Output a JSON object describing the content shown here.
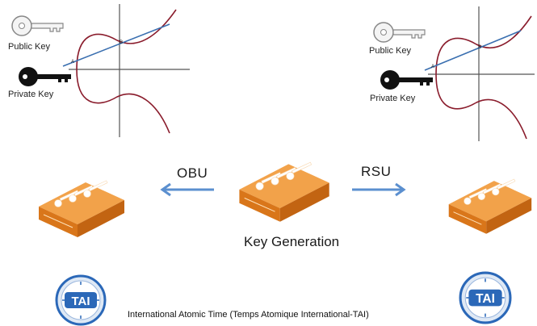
{
  "ecc_panels": [
    {
      "public_key_label": "Public Key",
      "private_key_label": "Private Key",
      "point_a_label": "A",
      "point_b_label": "B"
    },
    {
      "public_key_label": "Public Key",
      "private_key_label": "Private Key",
      "point_a_label": "A",
      "point_b_label": "B"
    }
  ],
  "flow": {
    "left_label": "OBU",
    "right_label": "RSU",
    "center_caption": "Key Generation"
  },
  "footer": {
    "caption": "International Atomic Time (Temps Atomique International-TAI)",
    "badge_text": "TAI"
  },
  "colors": {
    "curve": "#8a1c2c",
    "line": "#3a6fb0",
    "arrow": "#5b8fcf",
    "box_orange": "#e98b24",
    "badge_blue": "#2b68b8"
  },
  "icons": [
    "white-key-icon",
    "black-key-icon",
    "key-box-icon",
    "arrow-left-icon",
    "arrow-right-icon",
    "tai-clock-icon"
  ]
}
